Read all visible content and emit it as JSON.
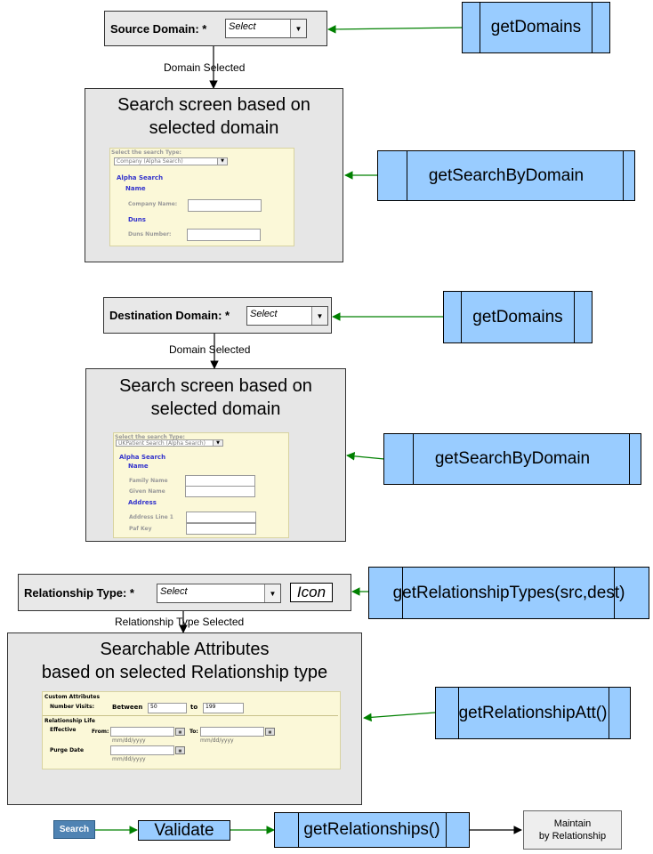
{
  "source": {
    "label": "Source Domain: *",
    "select": "Select",
    "edge_label": "Domain  Selected"
  },
  "source_screen": {
    "title_line1": "Search screen based on",
    "title_line2": "selected domain",
    "form": {
      "type_label": "Select the search Type:",
      "type_value": "Company      (Alpha Search)",
      "section": "Alpha Search",
      "group1": "Name",
      "field1": "Company Name:",
      "group2": "Duns",
      "field2": "Duns Number:"
    }
  },
  "destination": {
    "label": "Destination Domain: *",
    "select": "Select",
    "edge_label": "Domain  Selected"
  },
  "destination_screen": {
    "title_line1": "Search screen based on",
    "title_line2": "selected domain",
    "form": {
      "type_label": "Select the search Type:",
      "type_value": "UKPatient Search (Alpha Search)",
      "section": "Alpha Search",
      "group1": "Name",
      "field1": "Family Name",
      "field2": "Given Name",
      "group2": "Address",
      "field3": "Address Line 1",
      "field4": "Paf Key"
    }
  },
  "relationship": {
    "label": "Relationship Type: *",
    "select": "Select",
    "icon_text": "Icon",
    "edge_label": "Relationship Type Selected"
  },
  "attr_screen": {
    "title_line1": "Searchable Attributes",
    "title_line2": "based on selected Relationship type",
    "form": {
      "custom_header": "Custom Attributes",
      "visits_label": "Number Visits:",
      "between": "Between",
      "from_value": "50",
      "to": "to",
      "to_value": "199",
      "life_header": "Relationship Life",
      "effective": "Effective",
      "from": "From:",
      "to_label": "To:",
      "date_hint": "mm/dd/yyyy",
      "purge": "Purge Date"
    }
  },
  "processes": {
    "get_domains_1": "getDomains",
    "get_search_1": "getSearchByDomain",
    "get_domains_2": "getDomains",
    "get_search_2": "getSearchByDomain",
    "get_rel_types": "getRelationshipTypes(src,dest)",
    "get_rel_att": "getRelationshipAtt()",
    "validate": "Validate",
    "get_relationships": "getRelationships()"
  },
  "search_button": "Search",
  "maintain_note": {
    "line1": "Maintain",
    "line2": "by Relationship"
  },
  "colors": {
    "process_fill": "#99ccff",
    "green_arrow": "#008000",
    "screen_fill": "#e6e6e6",
    "form_fill": "#fbf8d8"
  }
}
